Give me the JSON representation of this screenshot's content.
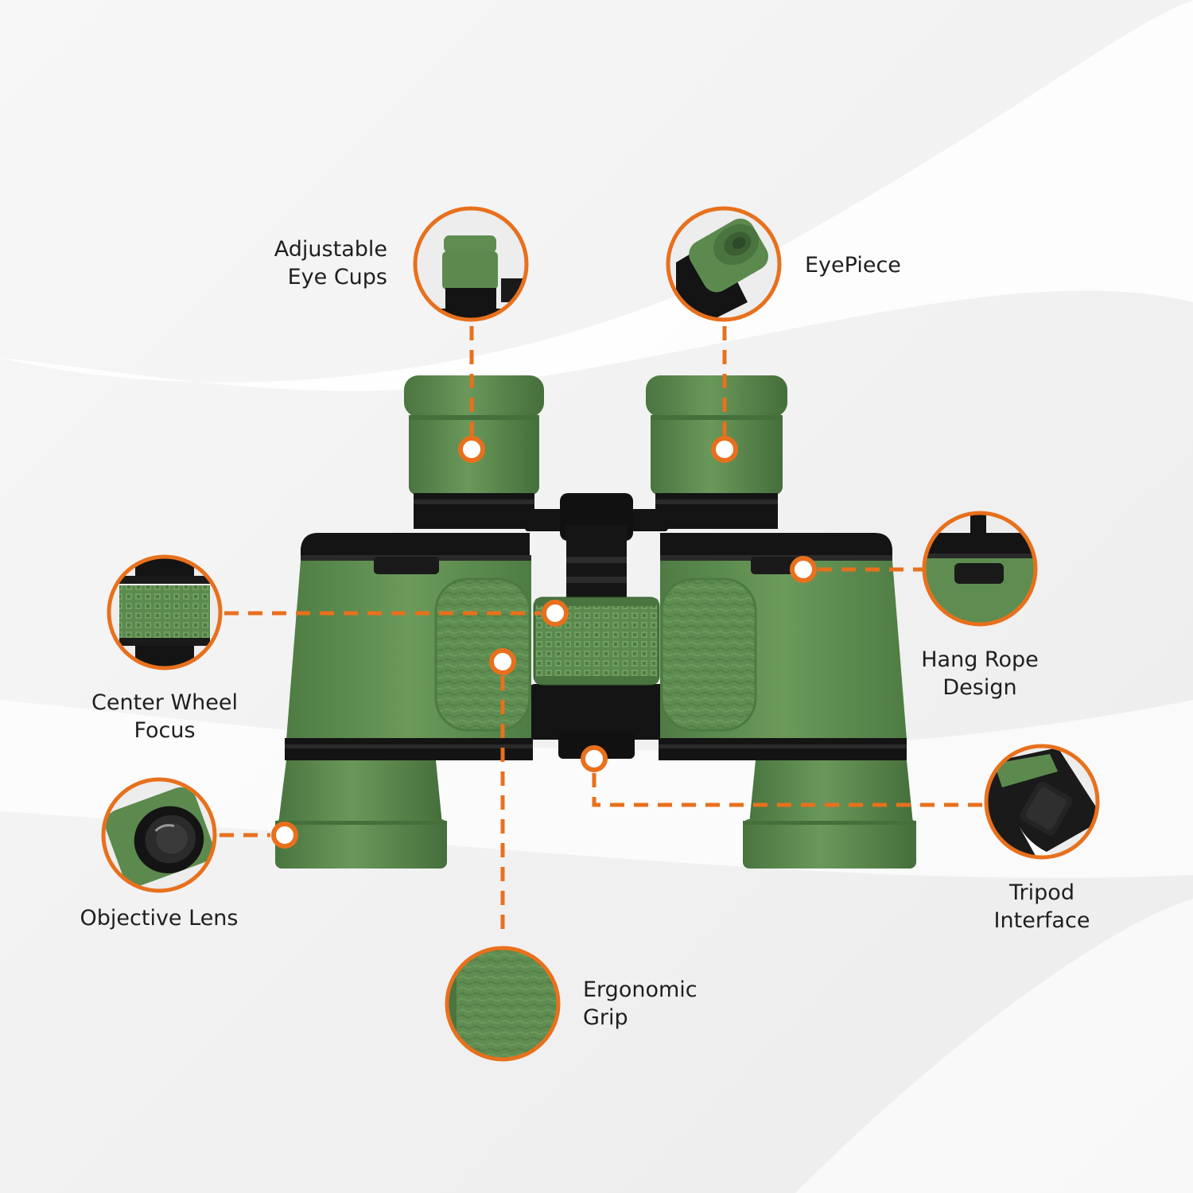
{
  "colors": {
    "accent": "#e8701d",
    "body_green": "#5c8a4e",
    "body_green_light": "#6b9a5b",
    "body_green_dark": "#4a7540",
    "black": "#141414",
    "background": "#f4f4f4"
  },
  "callouts": {
    "adjustable_eye_cups": {
      "line1": "Adjustable",
      "line2": "Eye Cups",
      "icon": "eye-cup-detail"
    },
    "eyepiece": {
      "line1": "EyePiece",
      "icon": "eyepiece-detail"
    },
    "hang_rope_design": {
      "line1": "Hang Rope",
      "line2": "Design",
      "icon": "strap-lug-detail"
    },
    "center_wheel_focus": {
      "line1": "Center Wheel",
      "line2": "Focus",
      "icon": "focus-wheel-detail"
    },
    "objective_lens": {
      "line1": "Objective Lens",
      "icon": "objective-lens-detail"
    },
    "tripod_interface": {
      "line1": "Tripod",
      "line2": "Interface",
      "icon": "tripod-socket-detail"
    },
    "ergonomic_grip": {
      "line1": "Ergonomic",
      "line2": "Grip",
      "icon": "grip-texture-detail"
    }
  }
}
